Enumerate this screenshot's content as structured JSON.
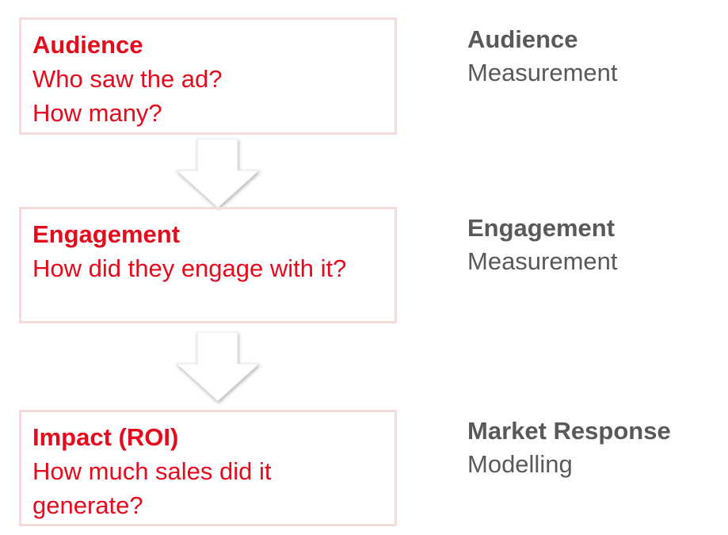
{
  "steps": [
    {
      "title": "Audience",
      "question": "Who saw the ad? How many?",
      "method_title": "Audience",
      "method_sub": "Measurement"
    },
    {
      "title": "Engagement",
      "question": "How did they engage with it?",
      "method_title": "Engagement",
      "method_sub": "Measurement"
    },
    {
      "title": "Impact (ROI)",
      "question": "How much sales did it generate?",
      "method_title": "Market Response",
      "method_sub": "Modelling"
    }
  ]
}
